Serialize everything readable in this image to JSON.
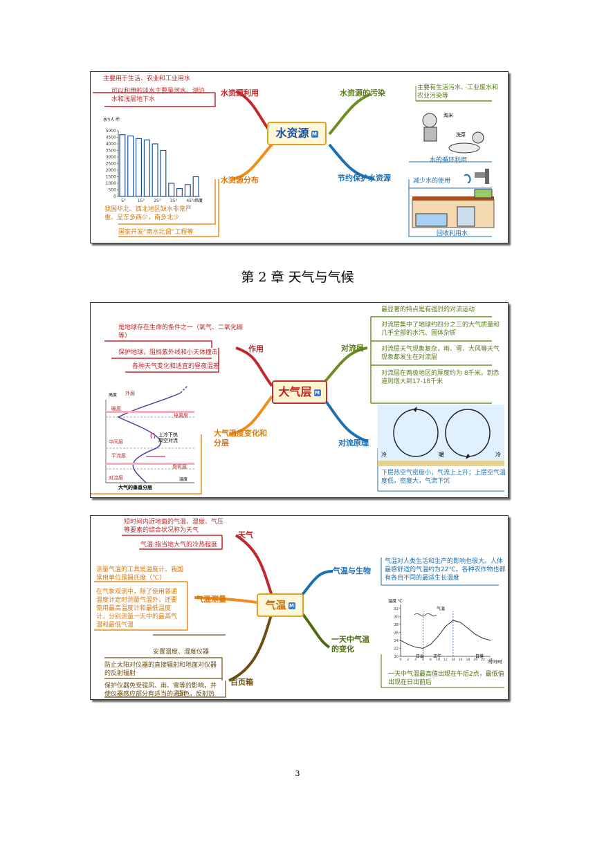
{
  "map1": {
    "center": "水资源",
    "branches": {
      "use": "水资源利用",
      "pollution": "水资源的污染",
      "distribution": "水资源分布",
      "protect": "节约保护水资源"
    },
    "use_notes": [
      "主要用于生活、农业和工业用水",
      "可以利用的淡水主要是河水、湖泊水和浅层地下水"
    ],
    "pollution_note": "主要有生活污水、工业废水和农业污染等",
    "distribution_notes": [
      "我国华北、西北地区缺水非常严重。呈东多西少，南多北少",
      "国家开发“南水北调”工程等"
    ],
    "protect_notes": [
      "水的循环利用",
      "减少水的使用",
      "回收利用水"
    ],
    "washing_labels": [
      "淘米",
      "洗菜"
    ],
    "chart_data": {
      "type": "bar",
      "ylabel": "水³/人·年",
      "xlabel": "纬度",
      "y_ticks": [
        0,
        500,
        1000,
        1500,
        2000,
        2500,
        3000,
        3500,
        4000,
        4500,
        5000
      ],
      "x_ticks": [
        "5°",
        "15°",
        "25°",
        "35°",
        "45°"
      ],
      "values": [
        4700,
        4600,
        4400,
        4300,
        4000,
        3500,
        1000,
        600,
        900,
        1500
      ],
      "ylim": [
        0,
        5000
      ]
    }
  },
  "chapter_title": "第 2 章  天气与气候",
  "map2": {
    "center": "大气层",
    "branches": {
      "role": "作用",
      "troposphere": "对流层",
      "temp_layers": "大气温度变化和分层",
      "convection": "对流原理"
    },
    "role_notes": [
      "是地球存在生命的条件之一（氧气、二氧化碳等）",
      "保护地球，阻挡紫外线和小天体撞击",
      "各种天气变化和适宜的昼夜温差"
    ],
    "tropo_notes": [
      "最显著的特点是有强烈的对流运动",
      "对流层集中了地球约四分之三的大气质量和几乎全部的水汽、固体杂质",
      "对流层天气现象复杂，雨、雪、大风等天气现象都发生在对流层",
      "对流层在两极地区的厚度约为 8千米，到赤道则增大到17-18千米"
    ],
    "convection_note": "下层热空气密度小，气流上上升；上层空气温度低，密度大，气流下沉",
    "convection_labels": [
      "冷",
      "暖",
      "冷"
    ],
    "layer_labels": [
      "外层",
      "暖层",
      "电离层",
      "中间层",
      "上冷下热",
      "高空对流",
      "平流层",
      "臭氧层",
      "对流层",
      "大气的垂直分层",
      "高度",
      "温度"
    ]
  },
  "map3": {
    "center": "气温",
    "branches": {
      "weather": "天气",
      "measure": "气温测量",
      "biology": "气温与生物",
      "daily": "一天中气温的变化",
      "shutter": "百页箱"
    },
    "weather_notes": [
      "短时间内近地面的气温、湿度、气压等要素的综合状况称为天气",
      "气温:指当地大气的冷热程度"
    ],
    "measure_notes": [
      "测量气温的工具是温度计。我国常用单位是摄氏度（℃）",
      "在气象观测中，除了使用普通温度计定时测量气温外，还要使用最高温度计和最低温度计，分别测量一天中的最高气温和最低气温"
    ],
    "biology_note": "气温对人类生活和生产的影响也很大。人体最感舒适的气温约为22℃。各种农作物也都有各自不同的最适生长温度",
    "daily_note": "一天中气温最高值出现在午后2点，最低值出现在日出前后",
    "shutter_notes": [
      "安置温度、湿度仪器",
      "防止太阳对仪器的直接辐射和地面对仪器的反射辐射",
      "保护仪器免受强风、雨、雪等的影响，并使仪器感应部分有适当的通风",
      "白色，反射热"
    ],
    "chart_data": {
      "type": "line",
      "ylabel": "温度 ℃",
      "legend": "气温",
      "y_ticks": [
        20,
        22,
        24,
        26,
        28,
        30,
        32
      ],
      "x_ticks": [
        0,
        2,
        4,
        6,
        8,
        10,
        12,
        14,
        16,
        18,
        20,
        22,
        24
      ],
      "xlabel": "时间/时",
      "x_markers": [
        "日出",
        "正午",
        "日落"
      ],
      "x": [
        0,
        2,
        4,
        6,
        8,
        10,
        12,
        14,
        16,
        18,
        20,
        22,
        24
      ],
      "y": [
        24,
        23,
        22.3,
        22,
        23,
        25,
        27.5,
        29,
        28.5,
        27,
        25.5,
        24.5,
        24
      ],
      "ylim": [
        20,
        33
      ],
      "xlim": [
        0,
        24
      ]
    }
  },
  "page_number": "3"
}
